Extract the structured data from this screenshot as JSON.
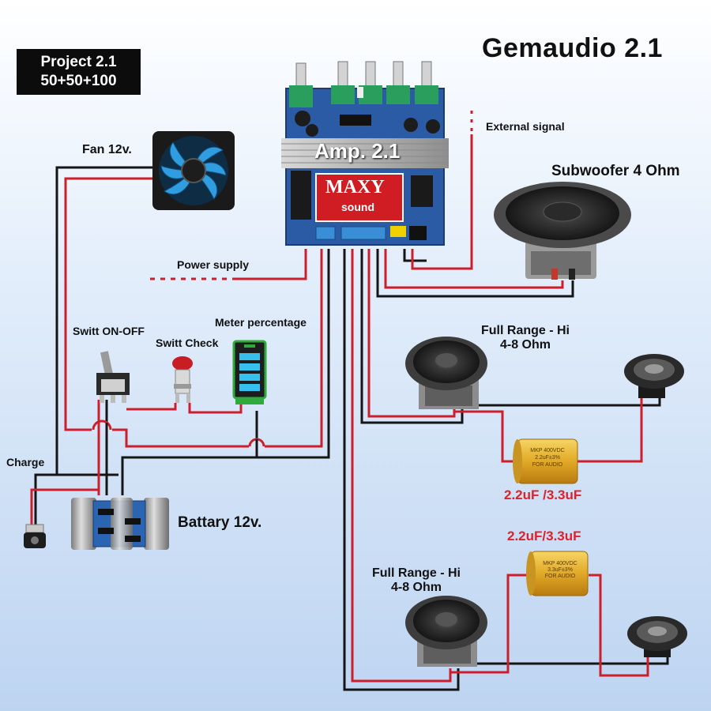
{
  "title": "Gemaudio 2.1",
  "badge": {
    "line1": "Project 2.1",
    "line2": "50+50+100"
  },
  "labels": {
    "fan": "Fan 12v.",
    "external_signal": "External signal",
    "subwoofer": "Subwoofer 4 Ohm",
    "power_supply": "Power supply",
    "meter": "Meter percentage",
    "switch_onoff": "Switt ON-OFF",
    "switch_check": "Switt Check",
    "charge": "Charge",
    "battery": "Battary 12v.",
    "full_range_1": "Full Range - Hi",
    "full_range_1_ohm": "4-8 Ohm",
    "full_range_2": "Full Range - Hi",
    "full_range_2_ohm": "4-8 Ohm",
    "cap_1_value": "2.2uF /3.3uF",
    "cap_2_value": "2.2uF/3.3uF"
  },
  "amp": {
    "label": "Amp. 2.1",
    "brand_top": "MAXY",
    "brand_bottom": "sound"
  },
  "capacitor_print": {
    "line1": "MKP 400VDC",
    "line2": "2.2uF±3%",
    "line3": "FOR AUDIO"
  },
  "capacitor2_print": {
    "line1": "MKP 400VDC",
    "line2": "3.3uF±3%",
    "line3": "FOR AUDIO"
  },
  "colors": {
    "red_wire": "#cc1f2b",
    "black_wire": "#151515",
    "cap_title": "#e0202a",
    "fan_blade": "#2f9de0"
  }
}
